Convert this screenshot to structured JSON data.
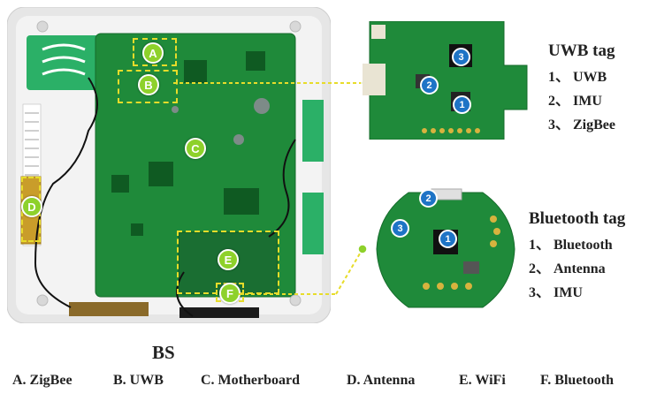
{
  "bs": {
    "title": "BS",
    "badges": [
      "A",
      "B",
      "C",
      "D",
      "E",
      "F"
    ]
  },
  "captions": [
    "A. ZigBee",
    "B. UWB",
    "C. Motherboard",
    "D. Antenna",
    "E. WiFi",
    "F. Bluetooth"
  ],
  "uwb_tag": {
    "title": "UWB tag",
    "items": [
      "1、 UWB",
      "2、 IMU",
      "3、 ZigBee"
    ],
    "markers": [
      "1",
      "2",
      "3"
    ]
  },
  "bluetooth_tag": {
    "title": "Bluetooth tag",
    "items": [
      "1、 Bluetooth",
      "2、 Antenna",
      "3、 IMU"
    ],
    "markers": [
      "1",
      "2",
      "3"
    ]
  },
  "colors": {
    "pcb_green": "#1f8a3a",
    "badge_green": "#8ed12b",
    "marker_blue": "#1e74c6",
    "callout_yellow": "#e7dc2a"
  }
}
